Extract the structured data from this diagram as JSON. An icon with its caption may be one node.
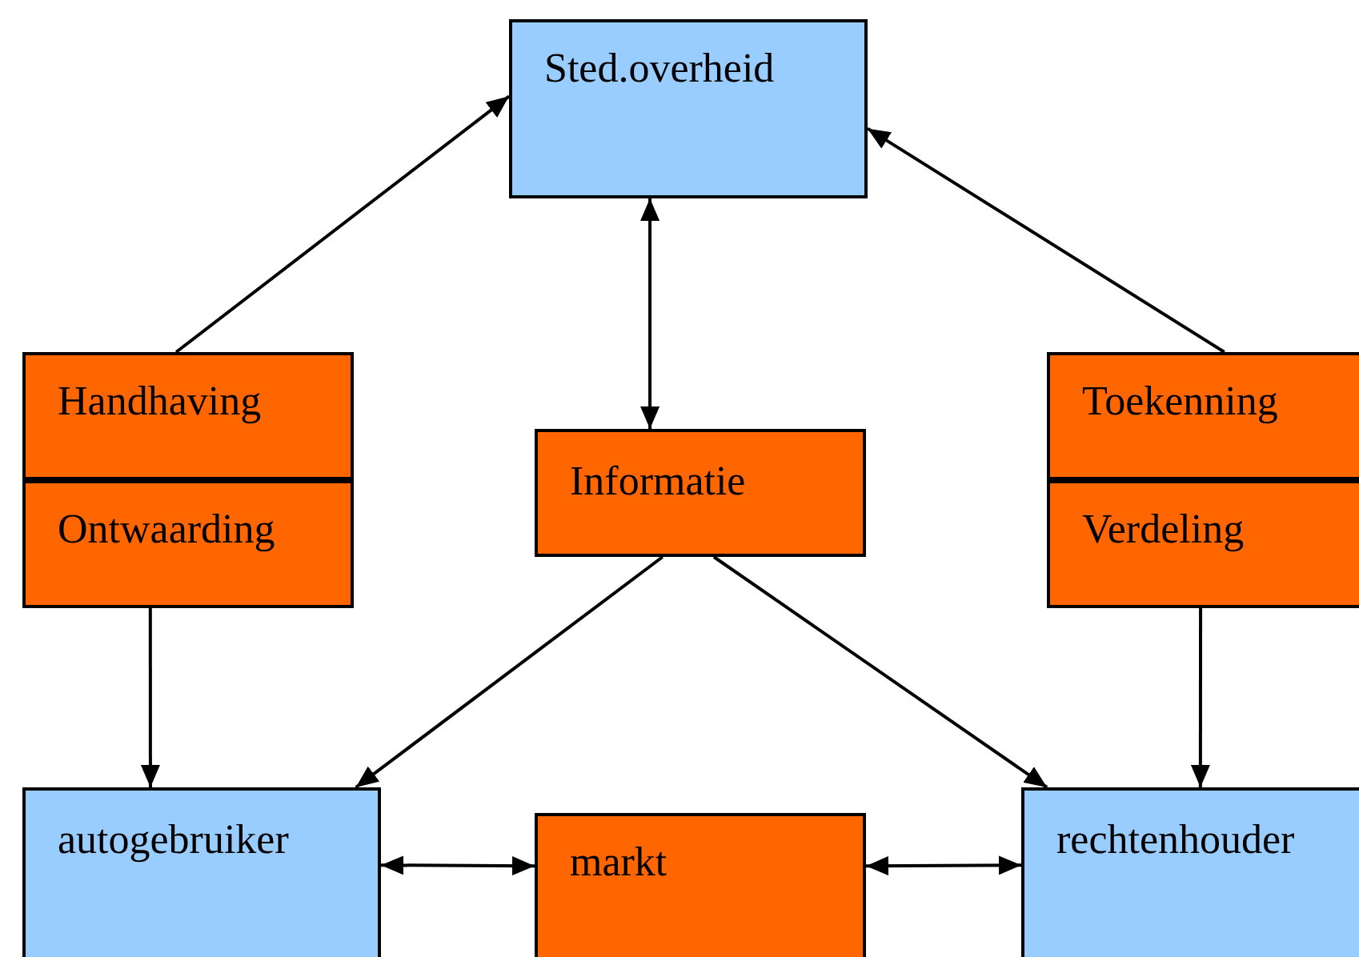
{
  "diagram": {
    "nodes": [
      {
        "text": [
          "Sted.overheid"
        ]
      },
      {
        "text": [
          "Handhaving"
        ]
      },
      {
        "text": [
          "Ontwaarding"
        ]
      },
      {
        "text": [
          "Informatie"
        ]
      },
      {
        "text": [
          "Toekenning"
        ]
      },
      {
        "text": [
          "Verdeling"
        ]
      },
      {
        "text": [
          "autogebruiker"
        ]
      },
      {
        "text": [
          "markt"
        ]
      },
      {
        "text": [
          "rechtenhouder"
        ]
      }
    ],
    "edges": [
      {
        "from": 1,
        "to": 0,
        "arrow": "to"
      },
      {
        "from": 4,
        "to": 0,
        "arrow": "to"
      },
      {
        "from": 0,
        "to": 3,
        "arrow": "both"
      },
      {
        "from": 3,
        "to": 6,
        "arrow": "to"
      },
      {
        "from": 3,
        "to": 8,
        "arrow": "to"
      },
      {
        "from": 2,
        "to": 6,
        "arrow": "to"
      },
      {
        "from": 5,
        "to": 8,
        "arrow": "to"
      },
      {
        "from": 6,
        "to": 7,
        "arrow": "both"
      },
      {
        "from": 7,
        "to": 8,
        "arrow": "both"
      }
    ]
  }
}
